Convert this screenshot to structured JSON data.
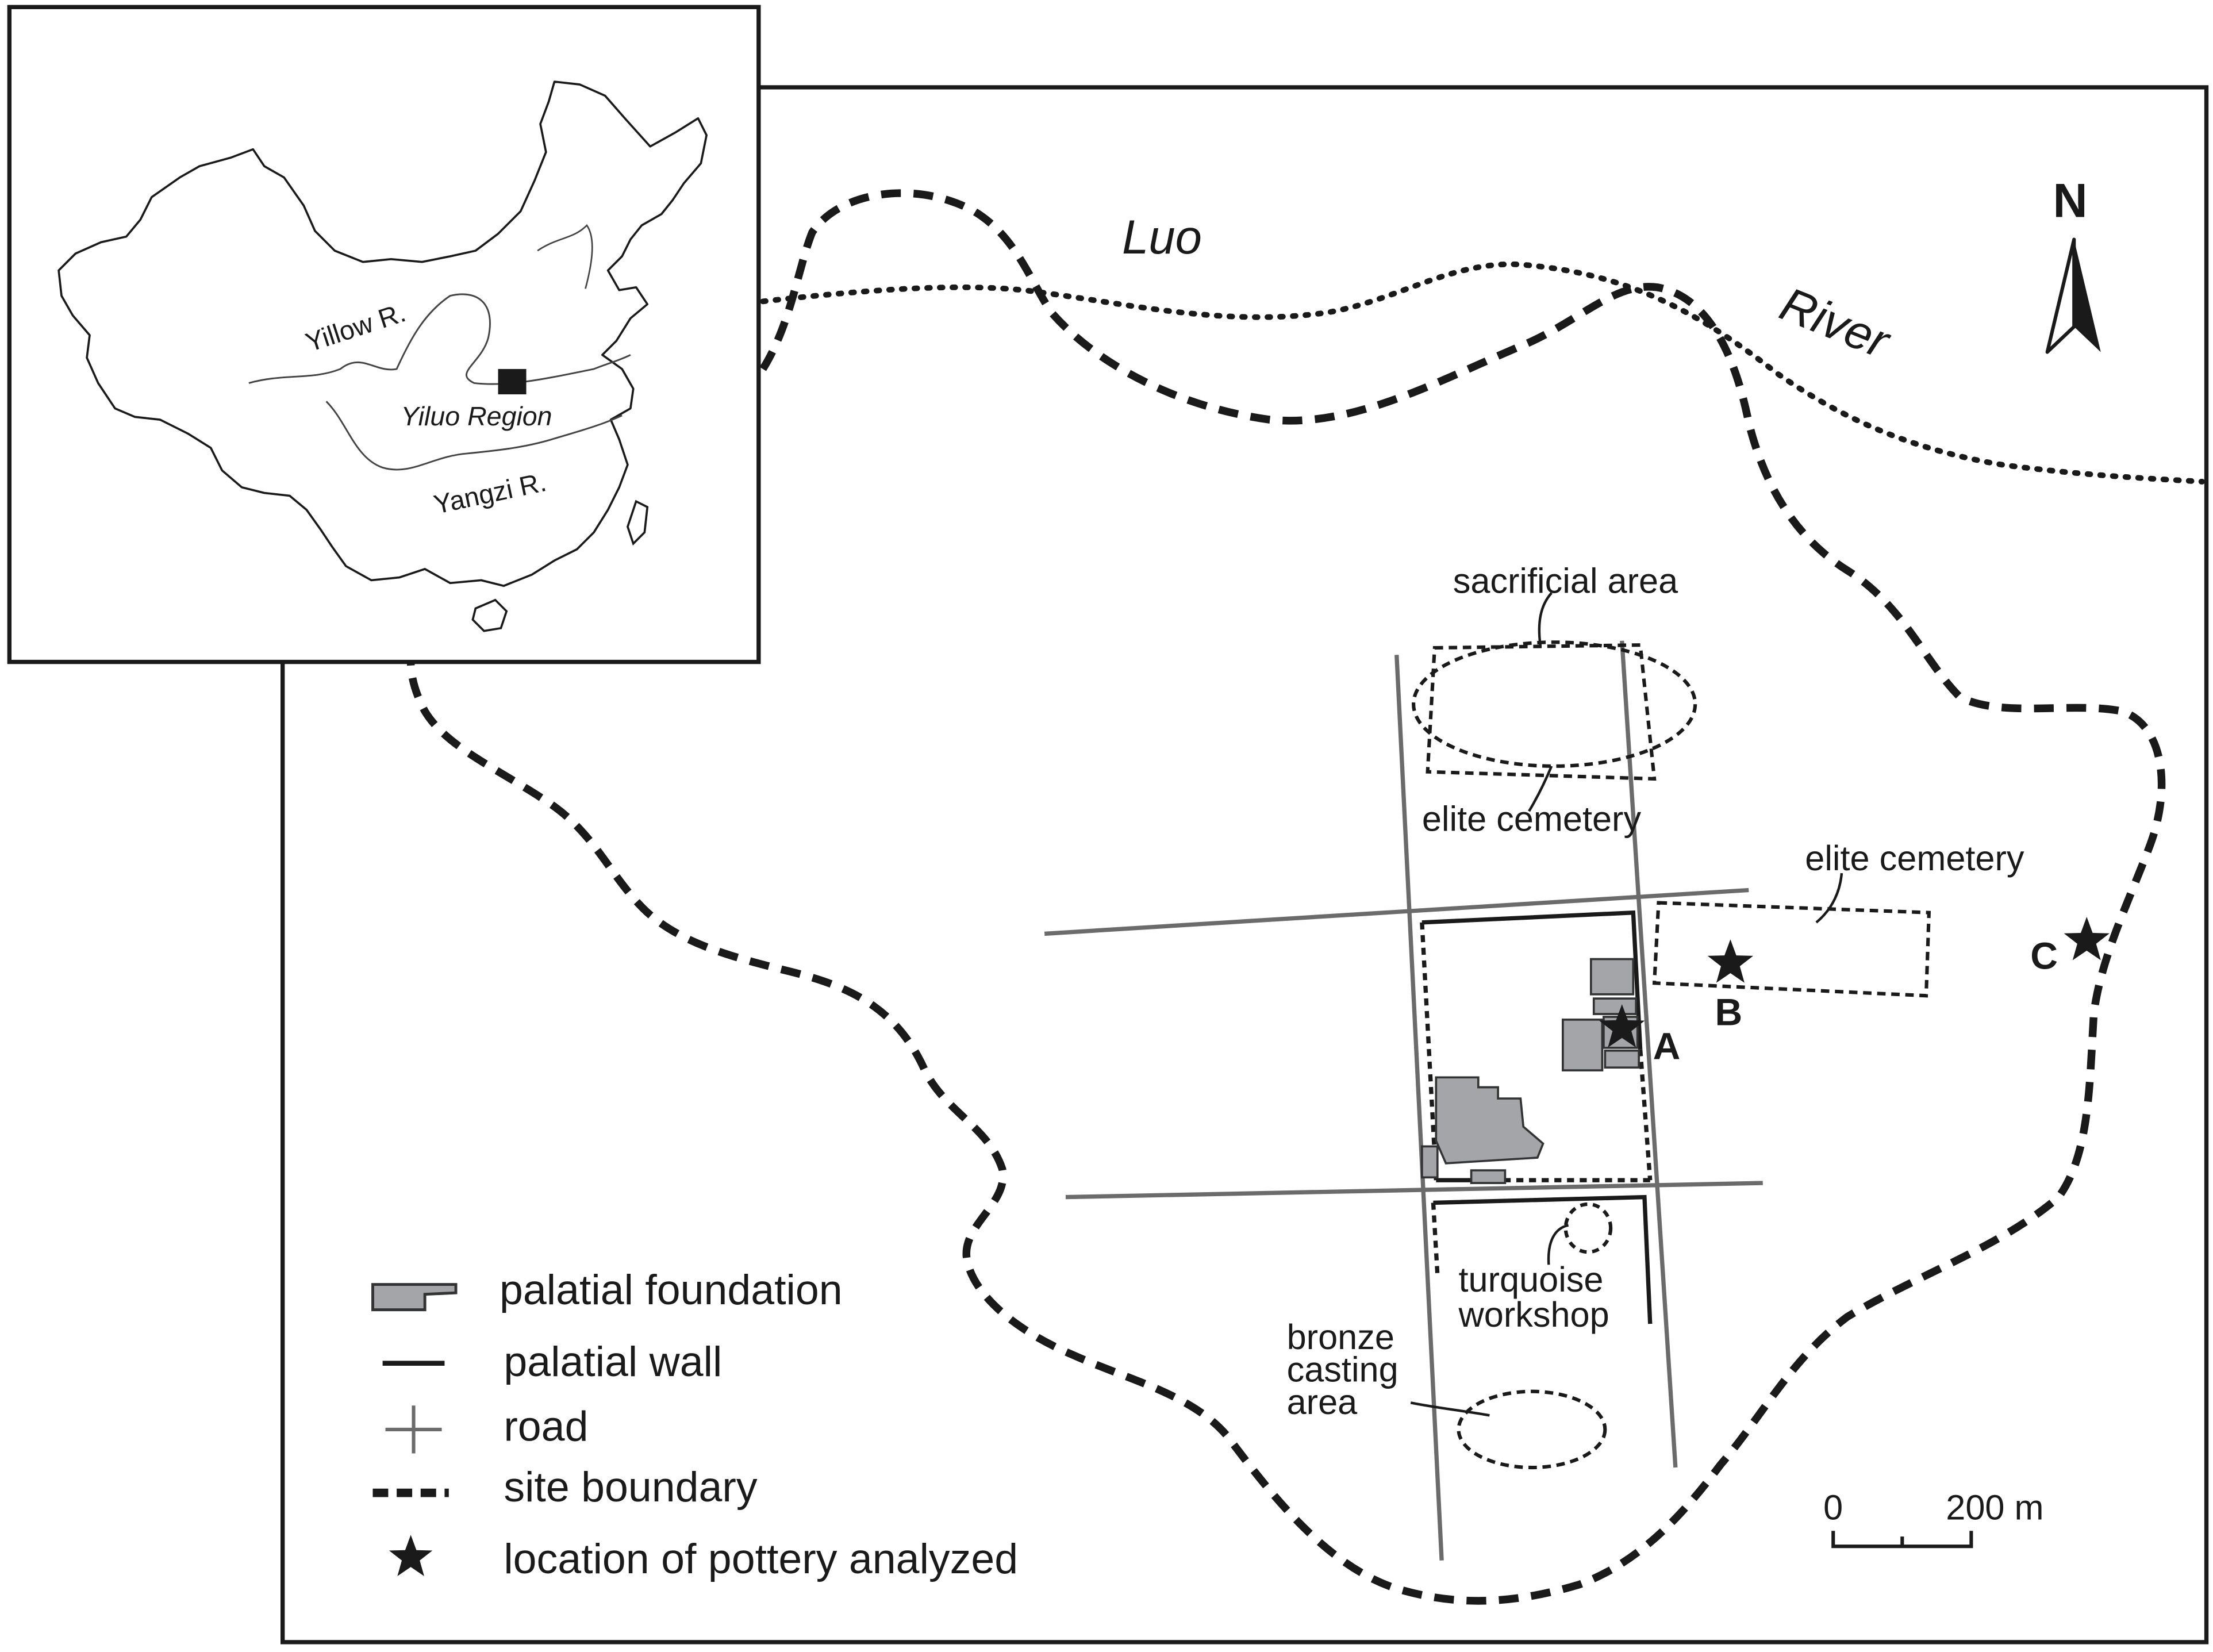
{
  "inset": {
    "labels": {
      "yellow_river": "Yillow R.",
      "yiluo_region": "Yiluo Region",
      "yangzi_river": "Yangzi R."
    }
  },
  "main_map": {
    "river_labels": {
      "luo": "Luo",
      "river": "River"
    },
    "north_arrow": "N",
    "features": {
      "sacrificial_area": "sacrificial area",
      "elite_cemetery_north": "elite cemetery",
      "elite_cemetery_east": "elite cemetery",
      "turquoise_workshop_line1": "turquoise",
      "turquoise_workshop_line2": "workshop",
      "bronze_casting_line1": "bronze",
      "bronze_casting_line2": "casting",
      "bronze_casting_line3": "area"
    },
    "sites": [
      {
        "label": "A"
      },
      {
        "label": "B"
      },
      {
        "label": "C"
      }
    ],
    "scale_bar": {
      "start": "0",
      "end": "200 m"
    }
  },
  "legend": [
    {
      "symbol": "palatial-foundation",
      "label": "palatial foundation"
    },
    {
      "symbol": "palatial-wall",
      "label": "palatial wall"
    },
    {
      "symbol": "road",
      "label": "road"
    },
    {
      "symbol": "site-boundary",
      "label": "site boundary"
    },
    {
      "symbol": "star",
      "label": "location of pottery analyzed"
    }
  ],
  "colors": {
    "ink": "#1a1a1a",
    "foundation_fill": "#a3a5a8",
    "road": "#6b6b6b"
  }
}
